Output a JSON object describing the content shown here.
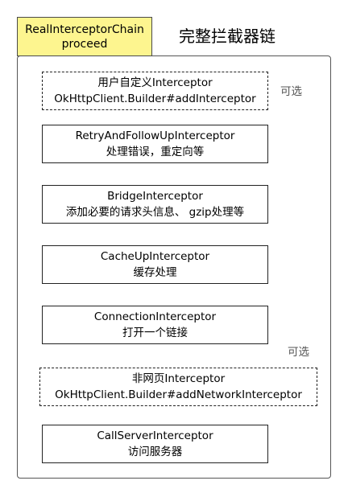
{
  "header": {
    "class_name": "RealInterceptorChain",
    "method": "proceed",
    "background": "#fdf58f"
  },
  "diagram_title": "完整拦截器链",
  "optional_label": "可选",
  "stages": [
    {
      "name": "用户自定义Interceptor",
      "description": "OkHttpClient.Builder#addInterceptor",
      "optional": true
    },
    {
      "name": "RetryAndFollowUpInterceptor",
      "description": "处理错误，重定向等",
      "optional": false
    },
    {
      "name": "BridgeInterceptor",
      "description": "添加必要的请求头信息、 gzip处理等",
      "optional": false
    },
    {
      "name": "CacheUpInterceptor",
      "description": "缓存处理",
      "optional": false
    },
    {
      "name": "ConnectionInterceptor",
      "description": "打开一个链接",
      "optional": false
    },
    {
      "name": "非网页Interceptor",
      "description": "OkHttpClient.Builder#addNetworkInterceptor",
      "optional": true
    },
    {
      "name": "CallServerInterceptor",
      "description": "访问服务器",
      "optional": false
    }
  ]
}
